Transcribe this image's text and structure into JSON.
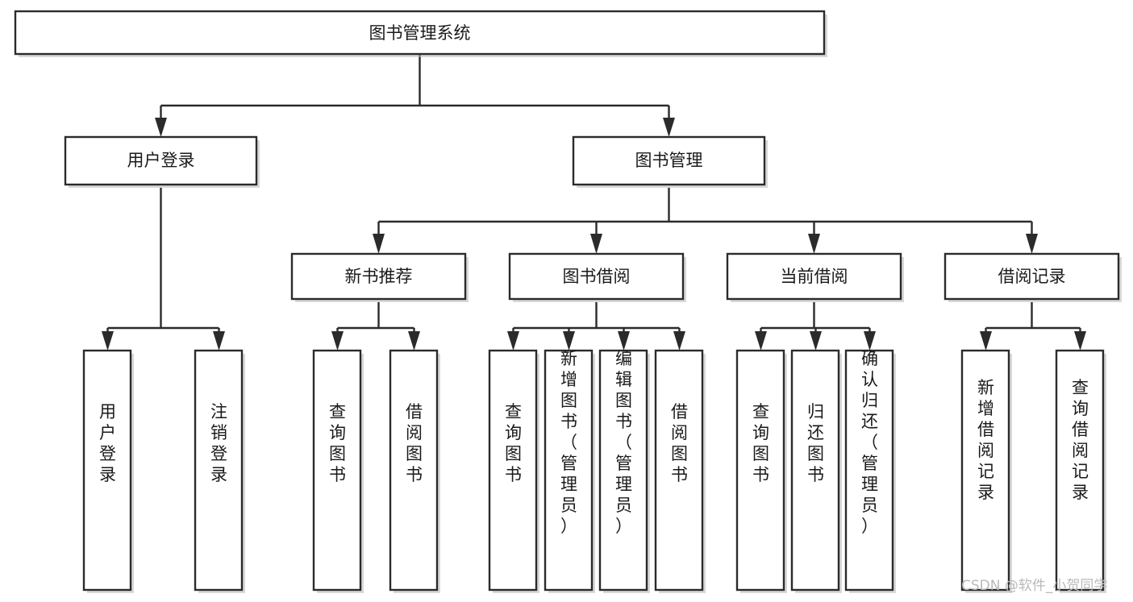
{
  "diagram": {
    "title": "图书管理系统",
    "type": "functional-structure-tree",
    "root": {
      "id": "root",
      "label": "图书管理系统",
      "orientation": "horizontal"
    },
    "level2": [
      {
        "id": "user-login",
        "label": "用户登录",
        "orientation": "horizontal"
      },
      {
        "id": "book-management",
        "label": "图书管理",
        "orientation": "horizontal"
      }
    ],
    "level3": [
      {
        "id": "new-book-recommend",
        "label": "新书推荐",
        "orientation": "horizontal",
        "parent": "book-management"
      },
      {
        "id": "book-borrow",
        "label": "图书借阅",
        "orientation": "horizontal",
        "parent": "book-management"
      },
      {
        "id": "current-borrow",
        "label": "当前借阅",
        "orientation": "horizontal",
        "parent": "book-management"
      },
      {
        "id": "borrow-record",
        "label": "借阅记录",
        "orientation": "horizontal",
        "parent": "book-management"
      }
    ],
    "leaves": [
      {
        "id": "leaf-user-login",
        "label": "用户登录",
        "orientation": "vertical",
        "parent": "user-login"
      },
      {
        "id": "leaf-logout-login",
        "label": "注销登录",
        "orientation": "vertical",
        "parent": "user-login"
      },
      {
        "id": "leaf-query-book-1",
        "label": "查询图书",
        "orientation": "vertical",
        "parent": "new-book-recommend"
      },
      {
        "id": "leaf-borrow-book-1",
        "label": "借阅图书",
        "orientation": "vertical",
        "parent": "new-book-recommend"
      },
      {
        "id": "leaf-query-book-2",
        "label": "查询图书",
        "orientation": "vertical",
        "parent": "book-borrow"
      },
      {
        "id": "leaf-add-book",
        "label": "新增图书（管理员）",
        "orientation": "vertical",
        "parent": "book-borrow"
      },
      {
        "id": "leaf-edit-book",
        "label": "编辑图书（管理员）",
        "orientation": "vertical",
        "parent": "book-borrow"
      },
      {
        "id": "leaf-borrow-book-2",
        "label": "借阅图书",
        "orientation": "vertical",
        "parent": "book-borrow"
      },
      {
        "id": "leaf-query-book-3",
        "label": "查询图书",
        "orientation": "vertical",
        "parent": "current-borrow"
      },
      {
        "id": "leaf-return-book",
        "label": "归还图书",
        "orientation": "vertical",
        "parent": "current-borrow"
      },
      {
        "id": "leaf-confirm-return",
        "label": "确认归还（管理员）",
        "orientation": "vertical",
        "parent": "current-borrow"
      },
      {
        "id": "leaf-add-borrow-record",
        "label": "新增借阅记录",
        "orientation": "vertical",
        "parent": "borrow-record"
      },
      {
        "id": "leaf-query-borrow-record",
        "label": "查询借阅记录",
        "orientation": "vertical",
        "parent": "borrow-record"
      }
    ],
    "watermark": "CSDN @软件_小贺同学",
    "colors": {
      "box_stroke": "#2b2b2b",
      "box_fill": "#ffffff",
      "text": "#1a1a1a",
      "background": "#ffffff",
      "watermark": "#b9b9b9"
    }
  }
}
